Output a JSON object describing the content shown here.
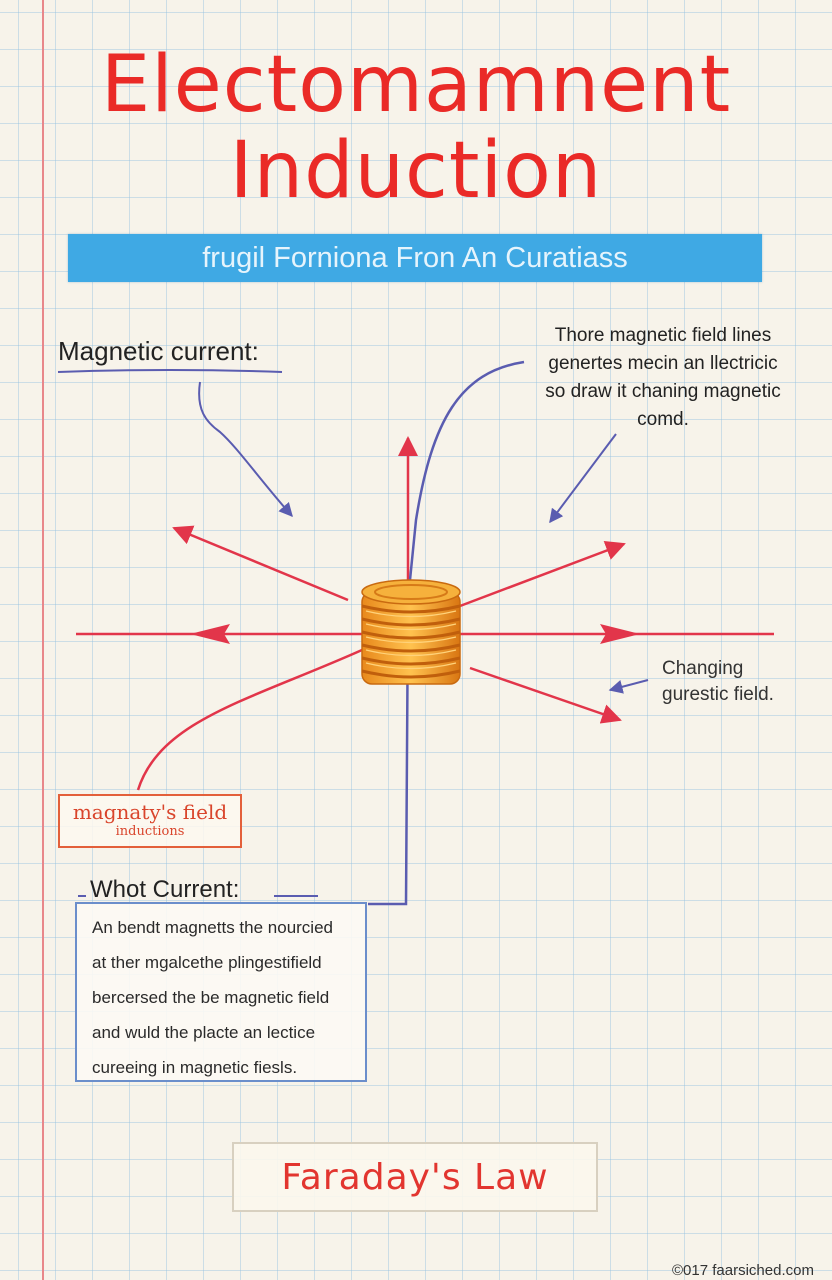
{
  "title": {
    "line1": "Electomamnent",
    "line2": "Induction"
  },
  "subtitle": "frugil Forniona Fron An Curatiass",
  "labels": {
    "magnetic_current": "Magnetic current:",
    "top_note": [
      "Thore magnetic field lines",
      "genertes mecin an llectricic",
      "so draw it chaning magnetic",
      "comd."
    ],
    "changing_field": [
      "Changing",
      "gurestic field."
    ],
    "induction_box": {
      "title": "magnaty's field",
      "subtitle": "inductions"
    },
    "current_heading": "Whot Current:",
    "current_body": [
      "An bendt magnetts the nourcied",
      "at ther mgalcethe plingestifield",
      "bercersed the be magnetic field",
      "and wuld the placte an lectice",
      "cureeing in magnetic fiesls."
    ]
  },
  "footer": {
    "law": "Faraday's Law",
    "copyright": "©017 faarsiched.com"
  },
  "colors": {
    "title": "#ea2a27",
    "subtitle_bar": "#3fa9e4",
    "field_arrows": "#e2354a",
    "pointer_arrows": "#5a5cb0",
    "coil": "#f0a030",
    "grid": "#96c3e1"
  }
}
